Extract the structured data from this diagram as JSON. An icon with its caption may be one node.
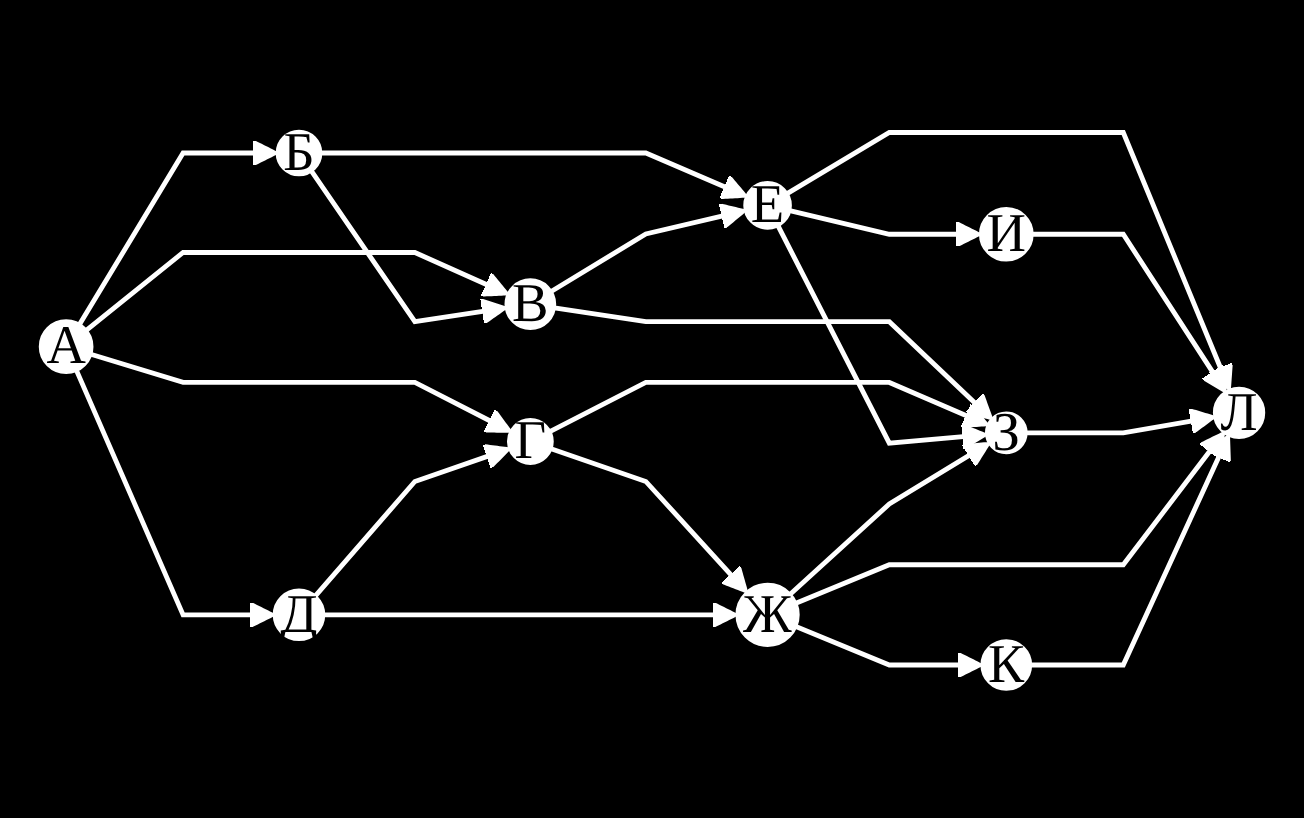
{
  "diagram": {
    "nodes": [
      {
        "text": [
          "А"
        ]
      },
      {
        "text": [
          "Б"
        ]
      },
      {
        "text": [
          "В"
        ]
      },
      {
        "text": [
          "Г"
        ]
      },
      {
        "text": [
          "Д"
        ]
      },
      {
        "text": [
          "Е"
        ]
      },
      {
        "text": [
          "Ж"
        ]
      },
      {
        "text": [
          "З"
        ]
      },
      {
        "text": [
          "И"
        ]
      },
      {
        "text": [
          "К"
        ]
      },
      {
        "text": [
          "Л"
        ]
      }
    ],
    "edges": [
      {
        "from": 0,
        "to": 1,
        "arrow": "to"
      },
      {
        "from": 0,
        "to": 2,
        "arrow": "to"
      },
      {
        "from": 0,
        "to": 3,
        "arrow": "to"
      },
      {
        "from": 0,
        "to": 4,
        "arrow": "to"
      },
      {
        "from": 1,
        "to": 2,
        "arrow": "to"
      },
      {
        "from": 1,
        "to": 5,
        "arrow": "to"
      },
      {
        "from": 2,
        "to": 5,
        "arrow": "to"
      },
      {
        "from": 2,
        "to": 7,
        "arrow": "to"
      },
      {
        "from": 3,
        "to": 7,
        "arrow": "to"
      },
      {
        "from": 3,
        "to": 6,
        "arrow": "to"
      },
      {
        "from": 4,
        "to": 3,
        "arrow": "to"
      },
      {
        "from": 4,
        "to": 6,
        "arrow": "to"
      },
      {
        "from": 5,
        "to": 8,
        "arrow": "to"
      },
      {
        "from": 5,
        "to": 7,
        "arrow": "to"
      },
      {
        "from": 5,
        "to": 10,
        "arrow": "to"
      },
      {
        "from": 8,
        "to": 10,
        "arrow": "to"
      },
      {
        "from": 7,
        "to": 10,
        "arrow": "to"
      },
      {
        "from": 6,
        "to": 7,
        "arrow": "to"
      },
      {
        "from": 6,
        "to": 10,
        "arrow": "to"
      },
      {
        "from": 6,
        "to": 9,
        "arrow": "to"
      },
      {
        "from": 9,
        "to": 10,
        "arrow": "to"
      }
    ]
  }
}
